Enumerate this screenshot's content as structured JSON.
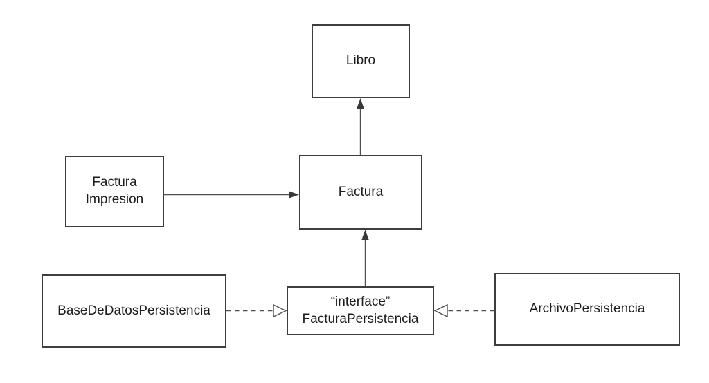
{
  "diagram_type": "uml-class-diagram",
  "nodes": {
    "libro": {
      "label": "Libro"
    },
    "factura_impresion": {
      "lines": [
        "Factura",
        "Impresion"
      ]
    },
    "factura": {
      "label": "Factura"
    },
    "base_de_datos_persistencia": {
      "label": "BaseDeDatosPersistencia"
    },
    "factura_persistencia": {
      "stereotype": "“interface”",
      "label": "FacturaPersistencia"
    },
    "archivo_persistencia": {
      "label": "ArchivoPersistencia"
    }
  },
  "edges": [
    {
      "from": "Factura",
      "to": "Libro",
      "line": "solid",
      "arrowhead": "filled"
    },
    {
      "from": "Factura Impresion",
      "to": "Factura",
      "line": "solid",
      "arrowhead": "filled"
    },
    {
      "from": "FacturaPersistencia",
      "to": "Factura",
      "line": "solid",
      "arrowhead": "filled"
    },
    {
      "from": "BaseDeDatosPersistencia",
      "to": "FacturaPersistencia",
      "line": "dashed",
      "arrowhead": "hollow-triangle"
    },
    {
      "from": "ArchivoPersistencia",
      "to": "FacturaPersistencia",
      "line": "dashed",
      "arrowhead": "hollow-triangle"
    }
  ],
  "colors": {
    "box-border": "#3d3d3d",
    "edge-line": "#4f4f4f",
    "arrow-fill": "#383838",
    "text": "#1c1c1c",
    "background": "#ffffff"
  }
}
